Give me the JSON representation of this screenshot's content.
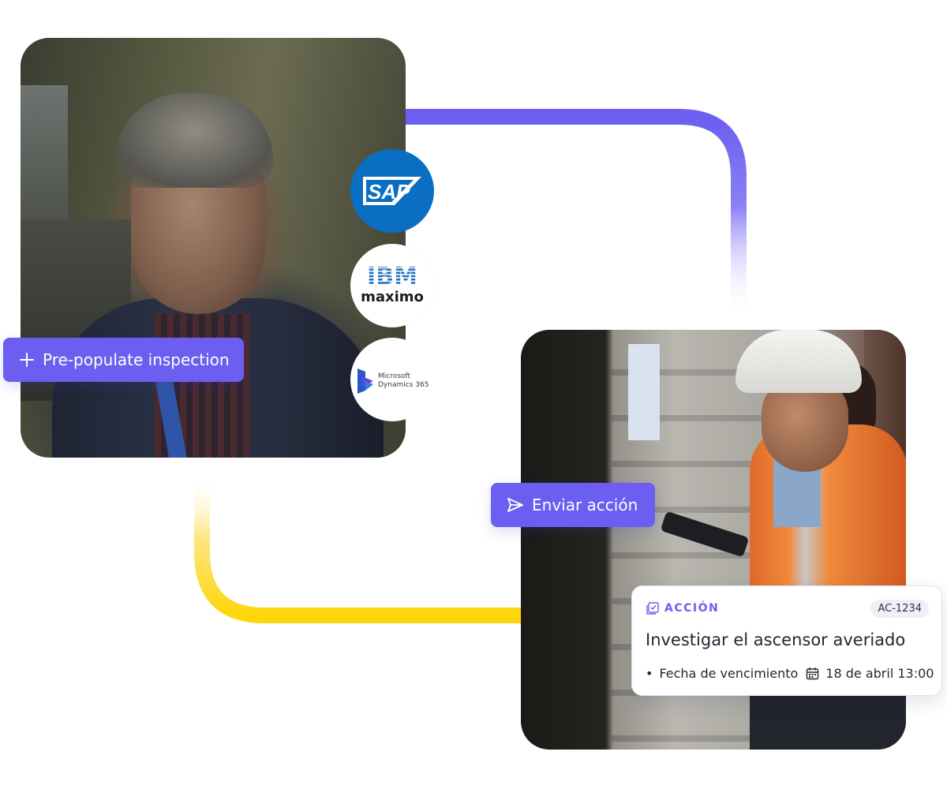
{
  "integrations": {
    "sap": {
      "label": "SAP",
      "color": "#0a6ec2"
    },
    "ibm": {
      "line1": "IBM",
      "line2": "maximo"
    },
    "microsoft": {
      "line1": "Microsoft",
      "line2": "Dynamics 365"
    }
  },
  "chips": {
    "prepopulate": {
      "label": "Pre-populate inspection",
      "icon": "plus-icon"
    },
    "send_action": {
      "label": "Enviar acción",
      "icon": "send-icon"
    }
  },
  "action_card": {
    "type_label": "ACCIÓN",
    "type_icon": "checklist-icon",
    "id": "AC-1234",
    "title": "Investigar el ascensor averiado",
    "due_label": "Fecha de vencimiento",
    "due_icon": "calendar-icon",
    "due_value": "18 de abril 13:00"
  },
  "colors": {
    "accent": "#6b5ef0",
    "connector_top": "#6b5ef0",
    "connector_bottom": "#ffd60a"
  }
}
